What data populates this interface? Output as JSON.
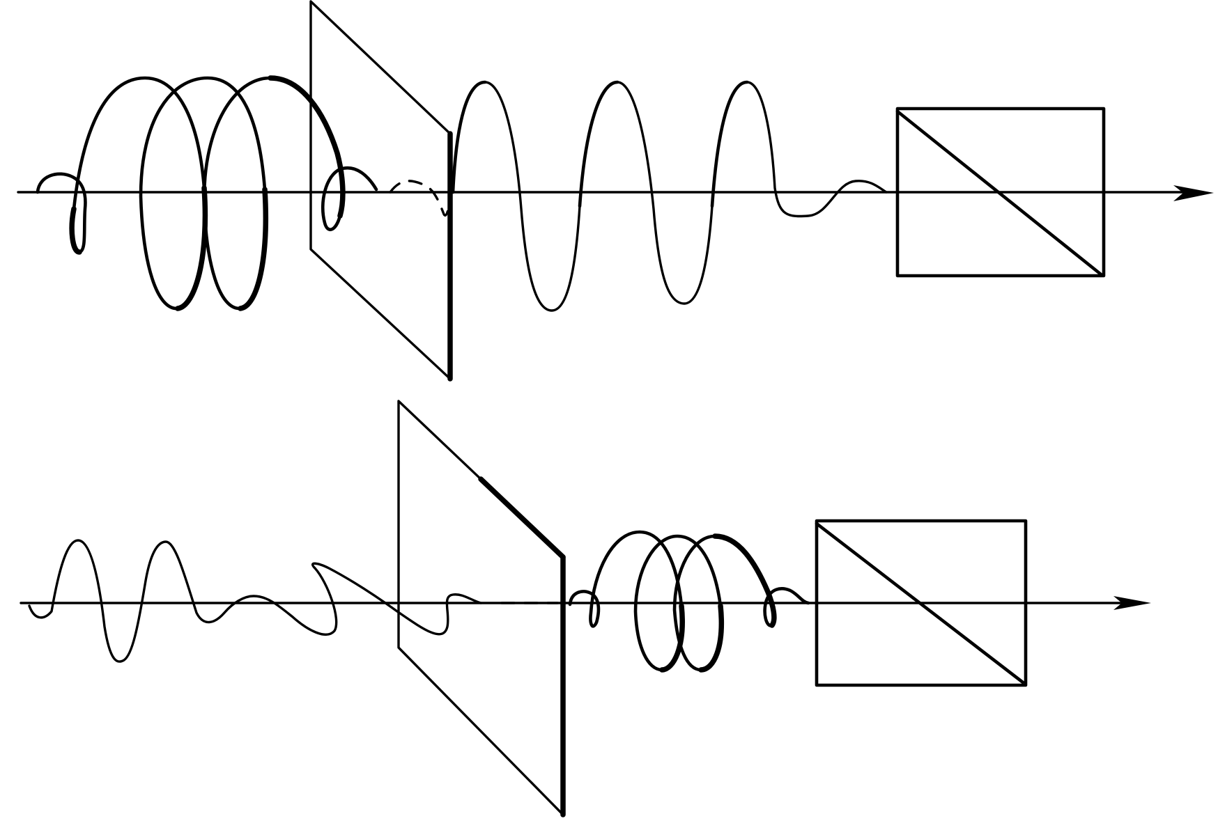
{
  "diagram": {
    "panels": [
      {
        "id": "top",
        "input_wave": "circular",
        "element": "quarter-wave-plate",
        "output_wave": "linear",
        "analyzer": "polarizer"
      },
      {
        "id": "bottom",
        "input_wave": "linear",
        "element": "quarter-wave-plate",
        "output_wave": "circular",
        "analyzer": "polarizer"
      }
    ],
    "colors": {
      "ink": "#000000",
      "background": "#ffffff"
    }
  }
}
